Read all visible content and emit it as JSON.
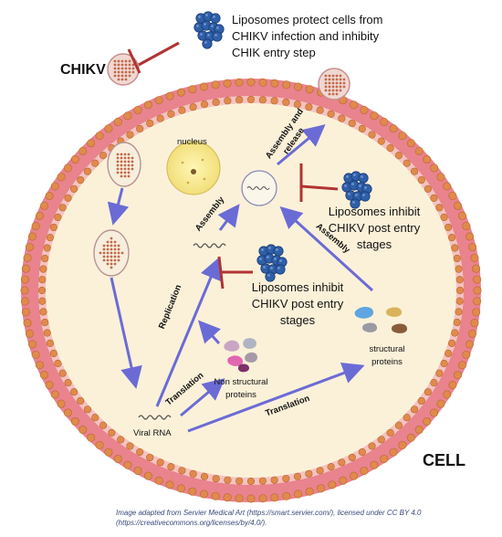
{
  "notes": {
    "protect": [
      "Liposomes protect cells from",
      "CHIKV infection and inhibity",
      "CHIK entry step"
    ],
    "post_entry_right": [
      "Liposomes inhibit",
      "CHIKV post entry",
      "stages"
    ],
    "post_entry_mid": [
      "Liposomes inhibit",
      "CHIKV post entry",
      "stages"
    ]
  },
  "labels": {
    "virus": "CHIKV",
    "cell": "CELL",
    "nucleus": "nucleus",
    "viral_rna": "Viral RNA",
    "non_structural": [
      "Non structural",
      "proteins"
    ],
    "structural": [
      "structural",
      "proteins"
    ]
  },
  "steps": {
    "assembly_release": [
      "Assembly and",
      "release"
    ],
    "assembly_left": "Assembly",
    "assembly_right": "Assembly",
    "replication": "Replication",
    "translation_1": "Translation",
    "translation_2": "Translation"
  },
  "credit": [
    "Image adapted from Servier Medical Art (https://smart.servier.com/), licensed under CC BY 4.0",
    "(https://creativecommons.org/licenses/by/4.0/)."
  ],
  "colors": {
    "membrane_pink": "#e9838e",
    "membrane_head": "#e08a4c",
    "cytoplasm": "#fbf1d9",
    "arrow": "#6b6bd6",
    "inhibitor": "#b23333",
    "liposome": "#2f5fa8"
  }
}
